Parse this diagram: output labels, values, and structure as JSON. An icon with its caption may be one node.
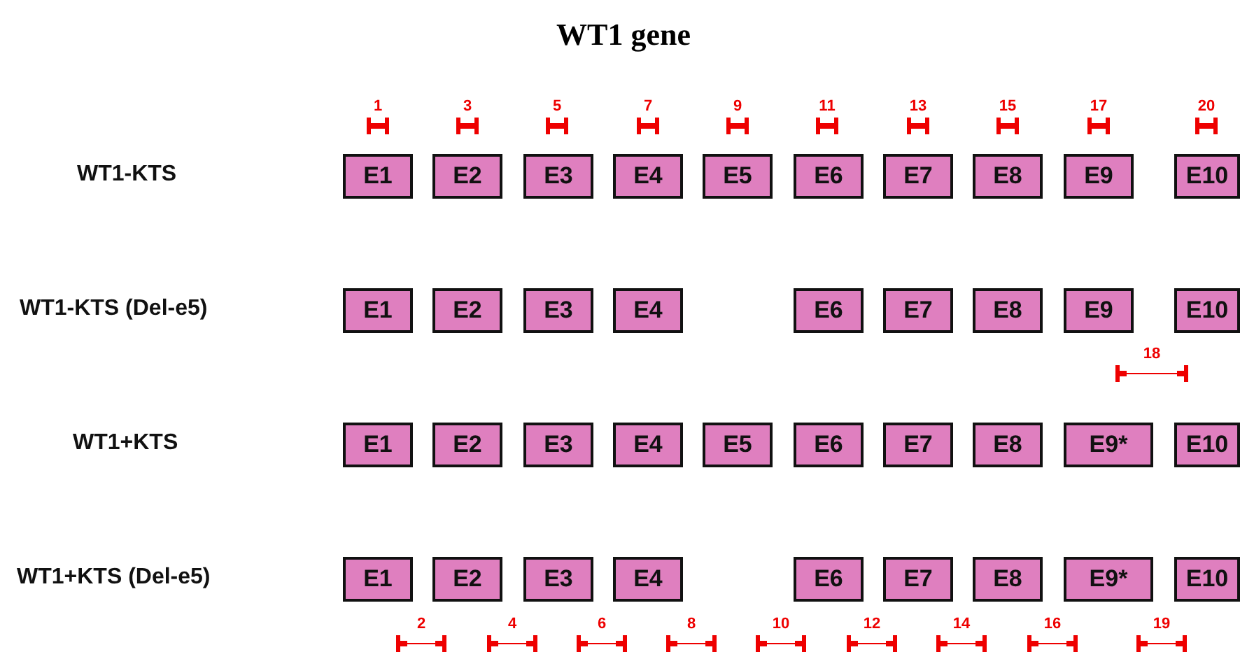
{
  "diagram": {
    "title": "WT1 gene",
    "nodes": [
      {
        "text": [
          "E1"
        ]
      },
      {
        "text": [
          "E2"
        ]
      },
      {
        "text": [
          "E3"
        ]
      },
      {
        "text": [
          "E4"
        ]
      },
      {
        "text": [
          "E5"
        ]
      },
      {
        "text": [
          "E6"
        ]
      },
      {
        "text": [
          "E7"
        ]
      },
      {
        "text": [
          "E8"
        ]
      },
      {
        "text": [
          "E9"
        ]
      },
      {
        "text": [
          "E10"
        ]
      },
      {
        "text": [
          "E1"
        ]
      },
      {
        "text": [
          "E2"
        ]
      },
      {
        "text": [
          "E3"
        ]
      },
      {
        "text": [
          "E4"
        ]
      },
      {
        "text": [
          "E6"
        ]
      },
      {
        "text": [
          "E7"
        ]
      },
      {
        "text": [
          "E8"
        ]
      },
      {
        "text": [
          "E9"
        ]
      },
      {
        "text": [
          "E10"
        ]
      },
      {
        "text": [
          "E1"
        ]
      },
      {
        "text": [
          "E2"
        ]
      },
      {
        "text": [
          "E3"
        ]
      },
      {
        "text": [
          "E4"
        ]
      },
      {
        "text": [
          "E5"
        ]
      },
      {
        "text": [
          "E6"
        ]
      },
      {
        "text": [
          "E7"
        ]
      },
      {
        "text": [
          "E8"
        ]
      },
      {
        "text": [
          "E9*"
        ]
      },
      {
        "text": [
          "E10"
        ]
      },
      {
        "text": [
          "E1"
        ]
      },
      {
        "text": [
          "E2"
        ]
      },
      {
        "text": [
          "E3"
        ]
      },
      {
        "text": [
          "E4"
        ]
      },
      {
        "text": [
          "E6"
        ]
      },
      {
        "text": [
          "E7"
        ]
      },
      {
        "text": [
          "E8"
        ]
      },
      {
        "text": [
          "E9*"
        ]
      },
      {
        "text": [
          "E10"
        ]
      }
    ],
    "edges": [],
    "labels": [
      "1",
      "3",
      "5",
      "7",
      "9",
      "11",
      "13",
      "15",
      "17",
      "20",
      "WT1-KTS",
      "WT1-KTS (Del-e5)",
      "18",
      "WT1+KTS",
      "WT1+KTS (Del-e5)",
      "2",
      "4",
      "6",
      "8",
      "10",
      "12",
      "14",
      "16",
      "19"
    ]
  }
}
